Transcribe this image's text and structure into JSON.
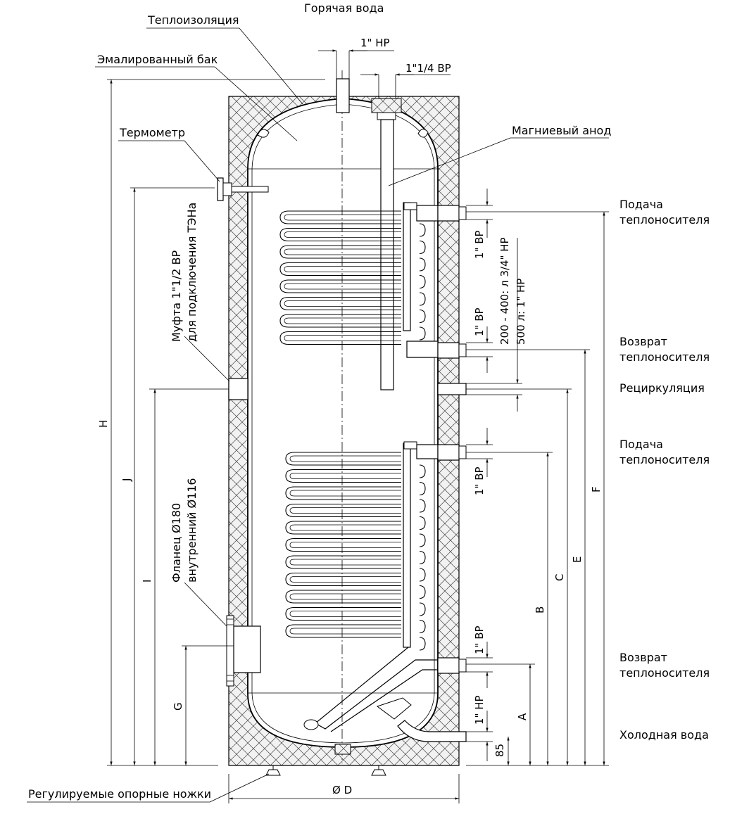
{
  "labels": {
    "hot_water": "Горячая вода",
    "insulation": "Теплоизоляция",
    "enamel_tank": "Эмалированный бак",
    "thermometer": "Термометр",
    "magnesium_anode": "Магниевый анод",
    "supply_1": "Подача\nтеплоносителя",
    "return_1": "Возврат\nтеплоносителя",
    "recirculation": "Рециркуляция",
    "supply_2": "Подача\nтеплоносителя",
    "return_2": "Возврат\nтеплоносителя",
    "cold_water": "Холодная вода",
    "feet": "Регулируемые опорные ножки",
    "heater_socket_line1": "Муфта 1\"1/2 ВР",
    "heater_socket_line2": "для подключения ТЭНа",
    "flange_line1": "Фланец Ø180",
    "flange_line2": "внутренний Ø116"
  },
  "dims": {
    "hot_thread": "1\" НР",
    "anode_thread": "1\"1/4 ВР",
    "coil1_supply_thread": "1\" ВР",
    "coil1_return_thread": "1\" ВР",
    "recirc_line1": "200 - 400: л 3/4\" НР",
    "recirc_line2": "500 л: 1\" НР",
    "coil2_supply_thread": "1\" ВР",
    "coil2_return_thread": "1\" ВР",
    "cold_thread": "1\" НР",
    "h85": "85",
    "diameter": "Ø D",
    "H": "H",
    "J": "J",
    "I": "I",
    "G": "G",
    "A": "A",
    "B": "B",
    "C": "C",
    "E": "E",
    "F": "F"
  }
}
